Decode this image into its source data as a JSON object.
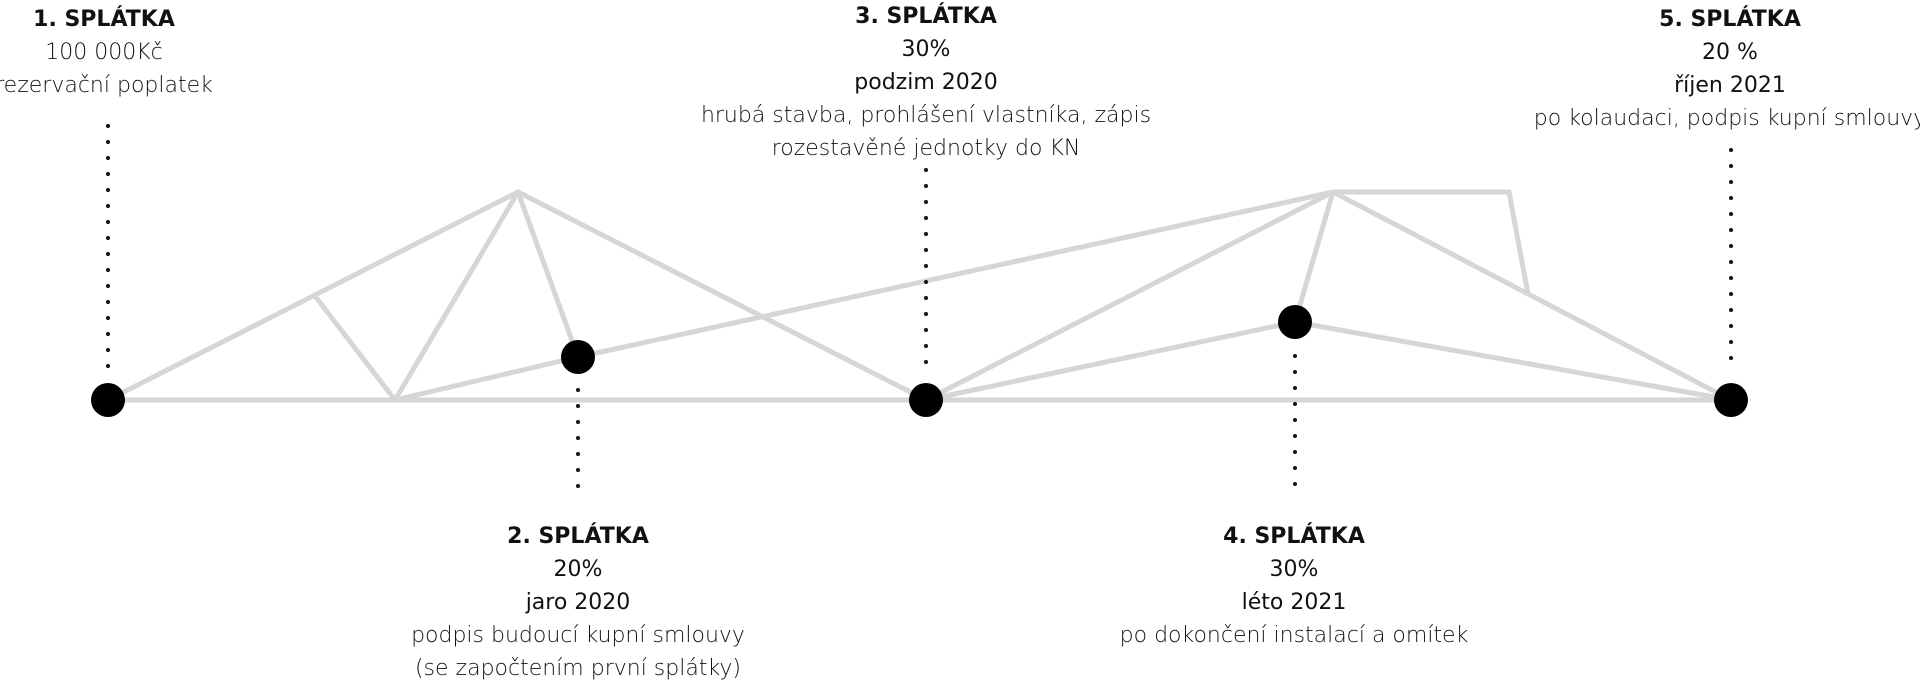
{
  "colors": {
    "truss": "#d6d6d6",
    "node": "#000000",
    "dots": "#111111",
    "text": "#111111"
  },
  "installments": [
    {
      "title": "1. SPLÁTKA",
      "amount": "100 000Kč",
      "period": "",
      "description": [
        "rezervační poplatek"
      ]
    },
    {
      "title": "2. SPLÁTKA",
      "amount": "20%",
      "period": "jaro 2020",
      "description": [
        "podpis budoucí kupní smlouvy",
        "(se započtením první splátky)"
      ]
    },
    {
      "title": "3. SPLÁTKA",
      "amount": "30%",
      "period": "podzim 2020",
      "description": [
        "hrubá stavba, prohlášení vlastníka, zápis",
        "rozestavěné jednotky do KN"
      ]
    },
    {
      "title": "4. SPLÁTKA",
      "amount": "30%",
      "period": "léto 2021",
      "description": [
        "po dokončení instalací a omítek"
      ]
    },
    {
      "title": "5. SPLÁTKA",
      "amount": "20 %",
      "period": "říjen 2021",
      "description": [
        "po kolaudaci, podpis kupní smlouvy"
      ]
    }
  ]
}
